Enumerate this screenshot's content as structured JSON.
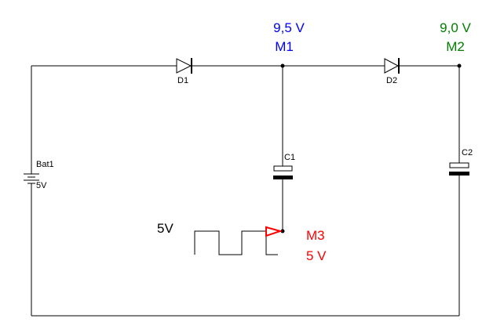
{
  "colors": {
    "wire": "#000000",
    "m1": "#0000ff",
    "m2": "#008000",
    "m3": "#ff0000",
    "background": "#ffffff"
  },
  "components": {
    "bat1": {
      "name": "Bat1",
      "value": "5V"
    },
    "d1": {
      "name": "D1"
    },
    "d2": {
      "name": "D2"
    },
    "c1": {
      "name": "C1"
    },
    "c2": {
      "name": "C2"
    },
    "source": {
      "value": "5V",
      "icon": "square-wave-icon"
    }
  },
  "meters": {
    "m1": {
      "name": "M1",
      "reading": "9,5 V"
    },
    "m2": {
      "name": "M2",
      "reading": "9,0 V"
    },
    "m3": {
      "name": "M3",
      "reading": "5 V"
    }
  }
}
